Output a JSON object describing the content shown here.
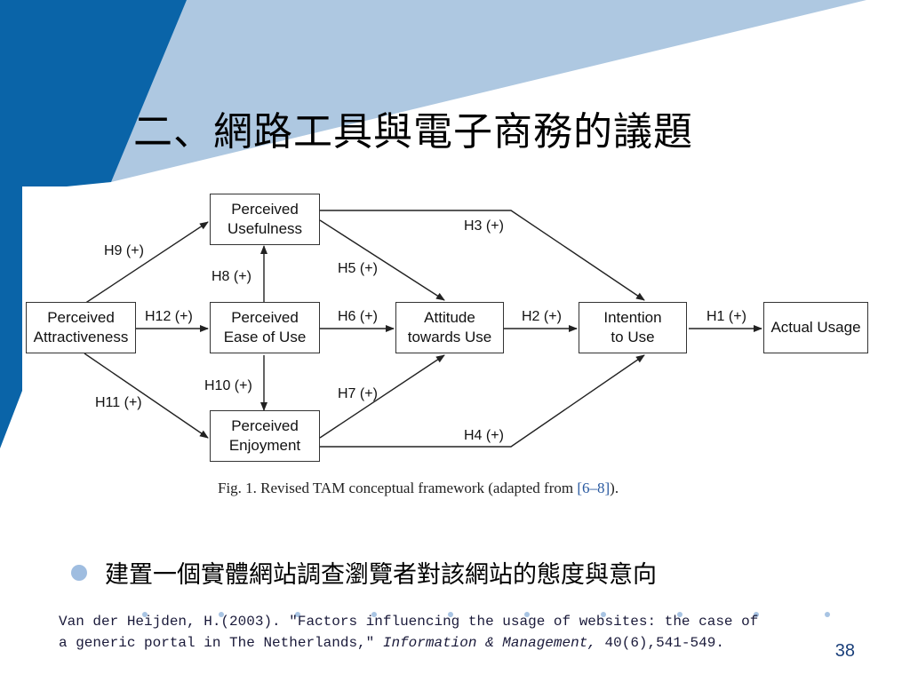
{
  "slide": {
    "title": "二、網路工具與電子商務的議題",
    "bullet": "建置一個實體網站調查瀏覽者對該網站的態度與意向",
    "page_number": "38",
    "colors": {
      "dark_blue": "#0a64a8",
      "light_blue": "#aec8e1",
      "accent_dot": "#9fbde0"
    }
  },
  "diagram": {
    "nodes": {
      "attractiveness": "Perceived\nAttractiveness",
      "usefulness": "Perceived\nUsefulness",
      "ease_of_use": "Perceived\nEase of Use",
      "enjoyment": "Perceived\nEnjoyment",
      "attitude": "Attitude\ntowards Use",
      "intention": "Intention\nto Use",
      "usage": "Actual Usage"
    },
    "edges": {
      "h1": "H1 (+)",
      "h2": "H2 (+)",
      "h3": "H3 (+)",
      "h4": "H4 (+)",
      "h5": "H5 (+)",
      "h6": "H6 (+)",
      "h7": "H7 (+)",
      "h8": "H8 (+)",
      "h9": "H9 (+)",
      "h10": "H10 (+)",
      "h11": "H11 (+)",
      "h12": "H12 (+)"
    },
    "caption_main": "Fig. 1.  Revised TAM conceptual framework (adapted from ",
    "caption_ref": "[6–8]",
    "caption_end": ")."
  },
  "reference": {
    "line1": "Van der Heijden, H.(2003). \"Factors influencing the usage of websites: the case of",
    "line2_start": "a generic portal in The Netherlands,\" ",
    "journal": "Information & Management,",
    "line2_end": " 40(6),541-549."
  }
}
